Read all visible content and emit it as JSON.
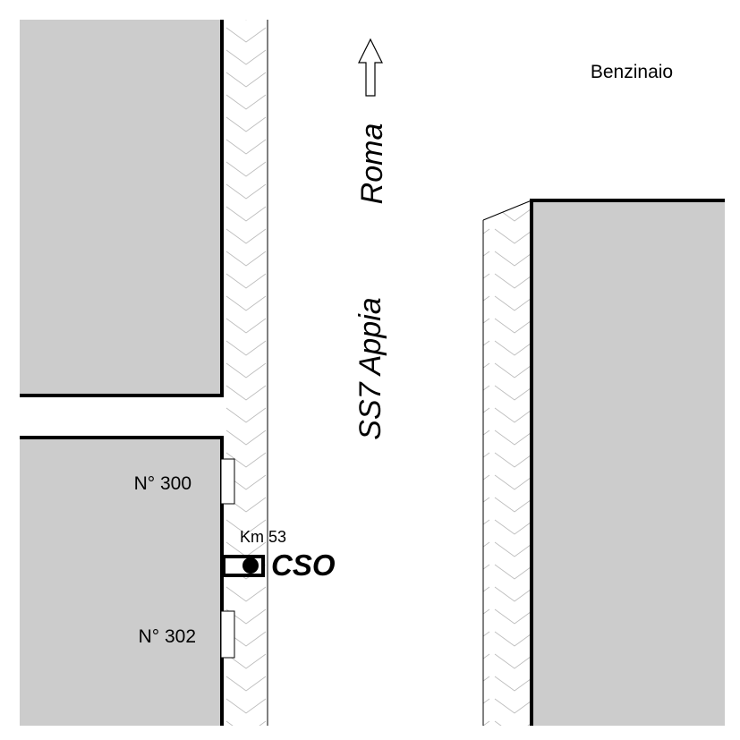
{
  "map": {
    "labels": {
      "gas_station": "Benzinaio",
      "direction": "Roma",
      "road_name": "SS7 Appia",
      "house_number_1": "N° 300",
      "house_number_2": "N° 302",
      "kilometer": "Km 53",
      "site_code": "CSO"
    },
    "colors": {
      "building_fill": "#cccccc",
      "outline": "#000000",
      "road": "#ffffff",
      "sidewalk_pattern": "#bbbbbb"
    },
    "icons": {
      "direction_arrow": "north-arrow-icon",
      "site_marker": "filled-circle-marker-icon"
    }
  }
}
